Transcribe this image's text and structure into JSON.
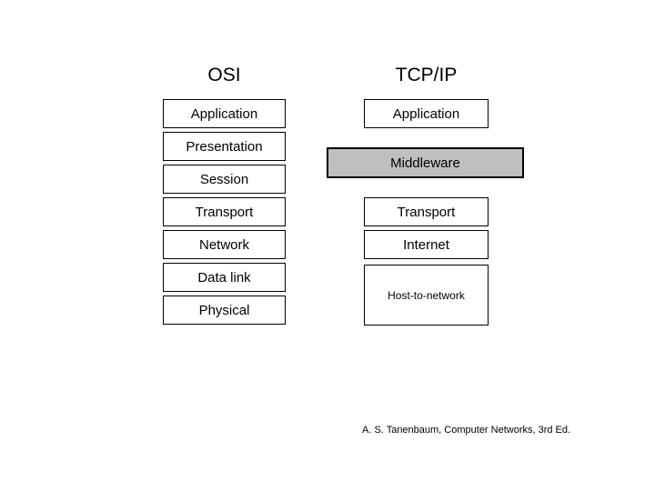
{
  "slide": {
    "background_color": "#ffffff",
    "text_color": "#000000",
    "highlight_color": "#bfbfbf"
  },
  "columns": {
    "osi": {
      "header": "OSI",
      "layers": [
        {
          "label": "Application"
        },
        {
          "label": "Presentation"
        },
        {
          "label": "Session"
        },
        {
          "label": "Transport"
        },
        {
          "label": "Network"
        },
        {
          "label": "Data link"
        },
        {
          "label": "Physical"
        }
      ]
    },
    "tcpip": {
      "header": "TCP/IP",
      "layers": [
        {
          "label": "Application"
        },
        {
          "label": "Middleware"
        },
        {
          "label": "Transport"
        },
        {
          "label": "Internet"
        },
        {
          "label": "Host-to-network"
        }
      ]
    }
  },
  "attribution": "A. S. Tanenbaum, Computer Networks, 3rd Ed."
}
